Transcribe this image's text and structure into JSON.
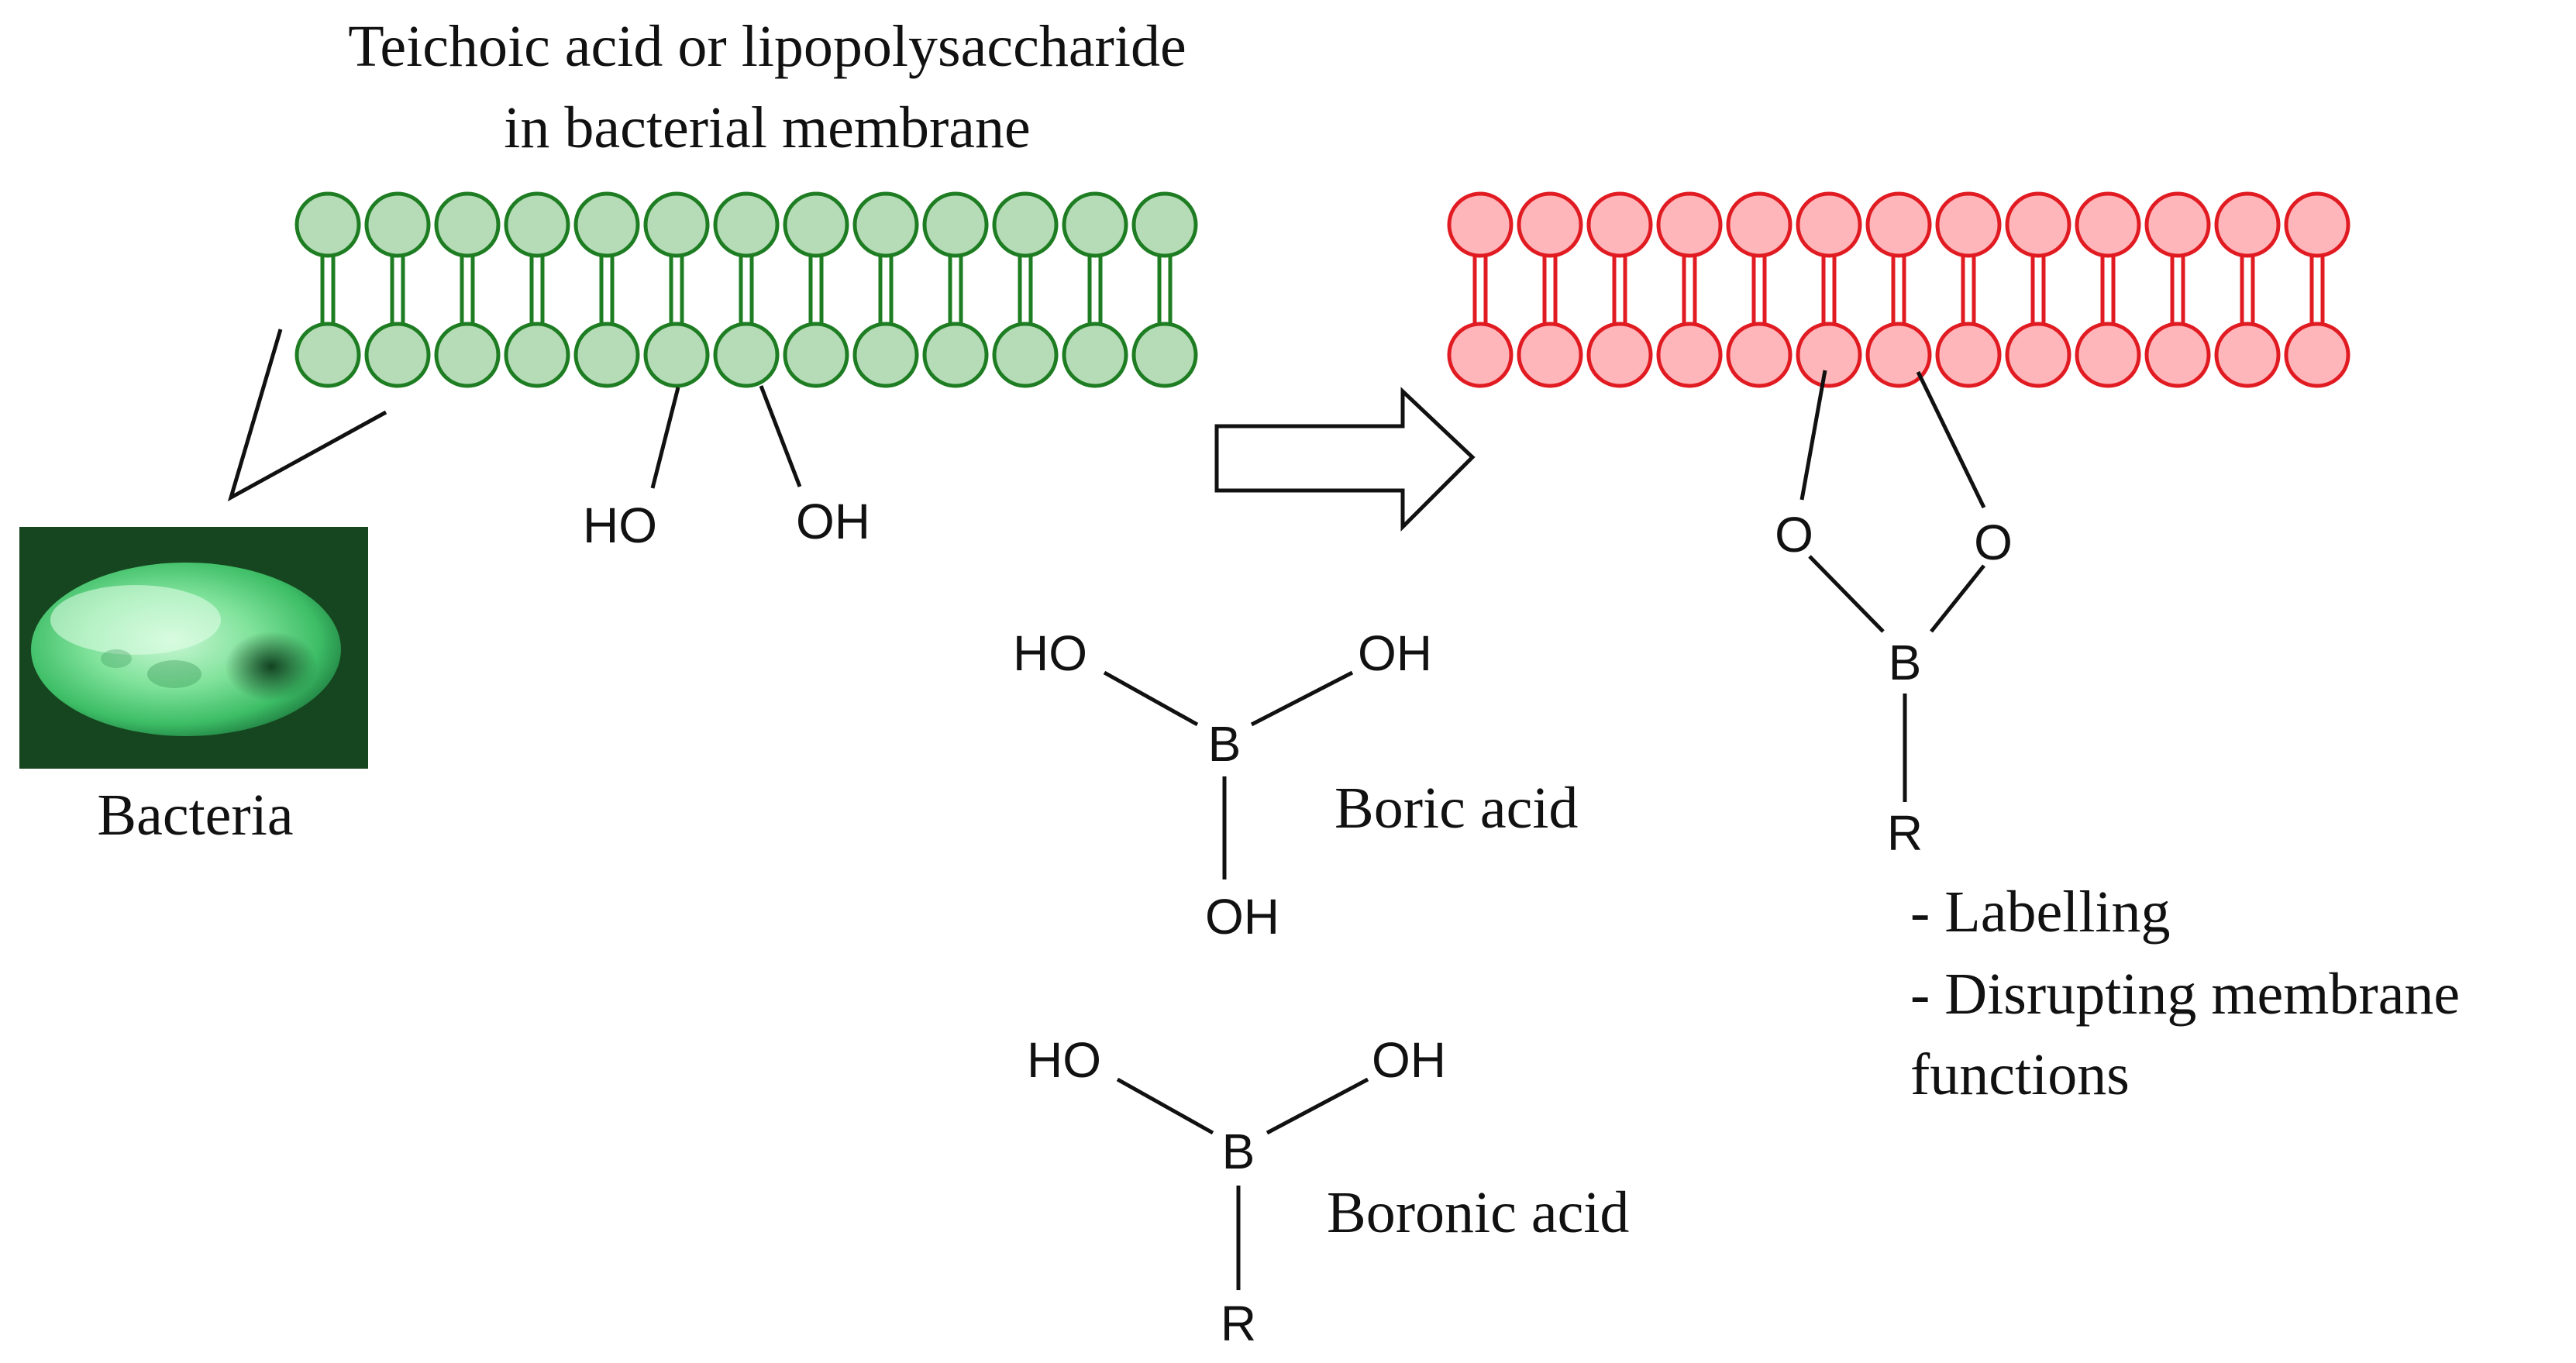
{
  "title": {
    "line1": "Teichoic acid or lipopolysaccharide",
    "line2": "in bacterial membrane"
  },
  "bacteria": {
    "label": "Bacteria"
  },
  "membrane_left": {
    "fill": "#b5dcb7",
    "stroke": "#1e7d22",
    "hydroxyl_left": "HO",
    "hydroxyl_right": "OH"
  },
  "membrane_right": {
    "fill": "#ffb6bb",
    "stroke": "#e11b22",
    "oxygen_left": "O",
    "oxygen_right": "O",
    "boron": "B",
    "substituent": "R"
  },
  "reaction_arrow": {
    "icon": "hollow-right-arrow-icon"
  },
  "boric_acid": {
    "ho_left": "HO",
    "oh_right": "OH",
    "boron": "B",
    "oh_bottom": "OH",
    "label": "Boric acid"
  },
  "boronic_acid": {
    "ho_left": "HO",
    "oh_right": "OH",
    "boron": "B",
    "substituent": "R",
    "label": "Boronic acid"
  },
  "applications": {
    "item1": "- Labelling",
    "item2": "- Disrupting membrane",
    "item2_cont": "functions"
  }
}
